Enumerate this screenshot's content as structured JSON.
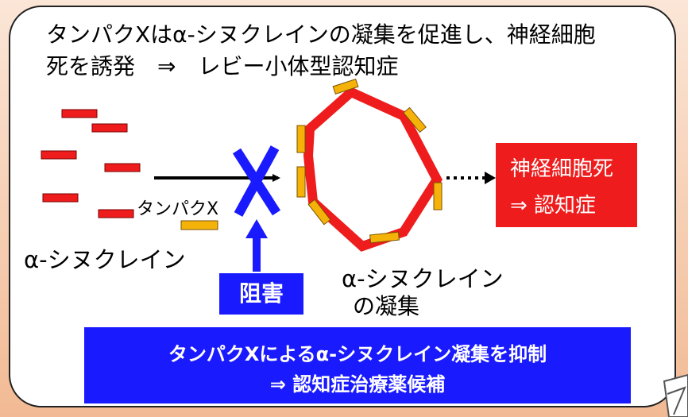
{
  "header": {
    "line1": "タンパクXはα-シヌクレインの凝集を促進し、神経細胞",
    "line2": "死を誘発　⇒　レビー小体型認知症"
  },
  "monomer": {
    "label": "α-シヌクレイン"
  },
  "protein_x": {
    "label": "タンパクX"
  },
  "aggregate": {
    "line1": "α-シヌクレイン",
    "line2": "の凝集"
  },
  "outcome": {
    "line1": "神経細胞死",
    "line2": "⇒ 認知症"
  },
  "inhibition": {
    "label": "阻害"
  },
  "conclusion": {
    "line1": "タンパクXによるα-シヌクレイン凝集を抑制",
    "line2": "⇒ 認知症治療薬候補"
  },
  "colors": {
    "synuclein": "#ee1c1c",
    "protein_x": "#f5b30a",
    "inhibitor": "#1a1aff",
    "outcome_box": "#ee1c1c",
    "background_gradient": [
      "#fbe3d2",
      "#f3bd98"
    ]
  }
}
